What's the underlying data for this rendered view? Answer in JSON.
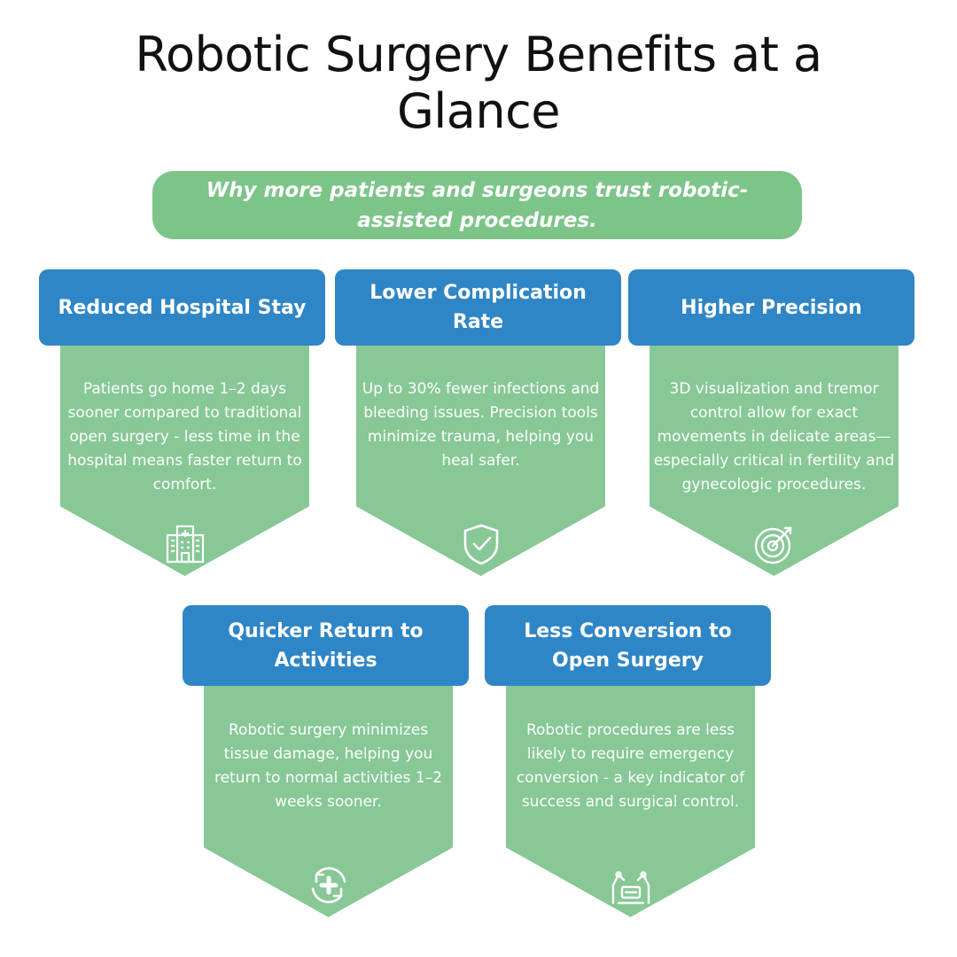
{
  "title": "Robotic Surgery Benefits at a Glance",
  "subtitle": "Why more patients and surgeons trust robotic-assisted procedures.",
  "colors": {
    "header_blue": "#2f86c6",
    "card_green": "#87c896",
    "pill_green": "#7dc489"
  },
  "cards": [
    {
      "heading": "Reduced Hospital Stay",
      "text": "Patients go home 1–2 days sooner compared to traditional open surgery - less time in the hospital means faster return to comfort.",
      "icon": "hospital-icon"
    },
    {
      "heading": "Lower Complication Rate",
      "text": "Up to 30% fewer infections and bleeding issues. Precision tools minimize trauma, helping you heal safer.",
      "icon": "shield-check-icon"
    },
    {
      "heading": "Higher Precision",
      "text": "3D visualization and tremor control allow for exact movements in delicate areas—especially critical in fertility and gynecologic procedures.",
      "icon": "target-icon"
    },
    {
      "heading": "Quicker Return to Activities",
      "text": "Robotic surgery minimizes tissue damage, helping you return to normal activities 1–2 weeks sooner.",
      "icon": "recovery-cycle-icon"
    },
    {
      "heading": "Less Conversion to Open Surgery",
      "text": "Robotic procedures are less likely to require emergency conversion - a key indicator of success and surgical control.",
      "icon": "robotic-arms-icon"
    }
  ]
}
